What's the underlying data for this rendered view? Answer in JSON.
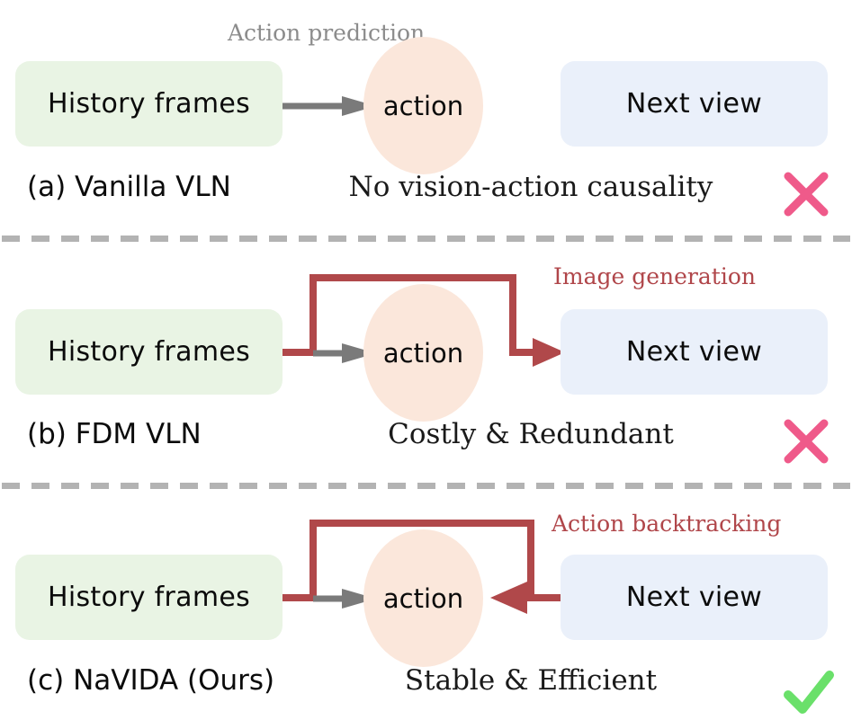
{
  "figure": {
    "colors": {
      "history_box": "#e9f4e4",
      "nextview_box": "#eaf0fa",
      "action_ellipse": "#fbe7db",
      "gray_arrow": "#7a7a7a",
      "red_path": "#b0484a",
      "annot_gray": "#8c8c8c",
      "annot_red": "#b0464a",
      "cross_mark": "#ef5a8a",
      "check_mark": "#6ae06a",
      "divider": "#b3b3b3"
    },
    "node_labels": {
      "history": "History frames",
      "action": "action",
      "nextview": "Next view"
    }
  },
  "panels": [
    {
      "id": "a",
      "annotation": "Action prediction",
      "annotation_style": "gray",
      "history_label": "History frames",
      "action_label": "action",
      "nextview_label": "Next view",
      "caption_left": "(a) Vanilla VLN",
      "caption_mid": "No vision-action causality",
      "mark": "cross-mark"
    },
    {
      "id": "b",
      "annotation": "Image generation",
      "annotation_style": "red",
      "history_label": "History frames",
      "action_label": "action",
      "nextview_label": "Next view",
      "caption_left": "(b) FDM VLN",
      "caption_mid": "Costly & Redundant",
      "mark": "cross-mark"
    },
    {
      "id": "c",
      "annotation": "Action backtracking",
      "annotation_style": "red",
      "history_label": "History frames",
      "action_label": "action",
      "nextview_label": "Next view",
      "caption_left": "(c) NaVIDA (Ours)",
      "caption_mid": "Stable & Efficient",
      "mark": "check-mark"
    }
  ]
}
